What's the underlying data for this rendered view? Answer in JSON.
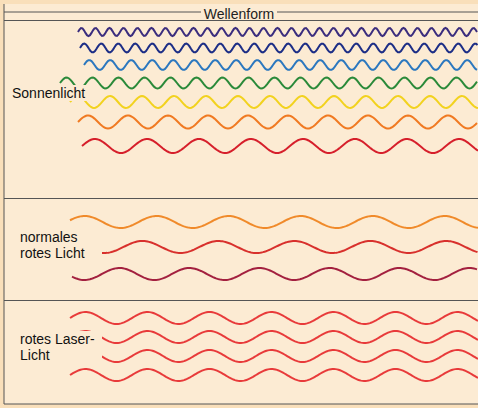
{
  "diagram": {
    "title": "Wellenform",
    "nodes": [
      {
        "text": [
          "Sonnenlicht"
        ]
      },
      {
        "text": [
          "normales rotes Licht"
        ]
      },
      {
        "text": [
          "rotes Laser-Licht"
        ]
      }
    ]
  }
}
